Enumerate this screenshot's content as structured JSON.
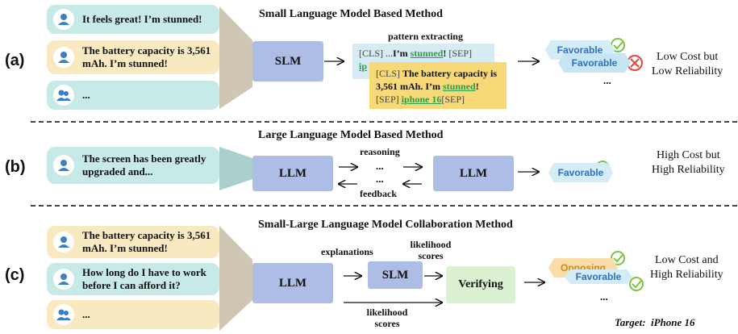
{
  "panel_a": {
    "label": "(a)",
    "title": "Small Language Model Based Method",
    "inputs": [
      "It feels great! I’m stunned!",
      "The battery capacity is 3,561 mAh. I’m stunned!",
      "..."
    ],
    "model": "SLM",
    "step_label": "pattern extracting",
    "back_card": {
      "cls": "[CLS]",
      "pre": "...",
      "text": "I’m ",
      "kw": "stunned",
      "post": "!",
      "sep": "[SEP]",
      "hint": "ip"
    },
    "front_card": {
      "cls": "[CLS]",
      "text": "The battery capacity is 3,561 mAh. I’m ",
      "kw": "stunned",
      "post": "!",
      "sep1": "[SEP]",
      "kw2": "iphone 16",
      "sep2": "[SEP]"
    },
    "outputs": [
      "Favorable",
      "Favorable",
      "..."
    ],
    "result": "Low Cost but\nLow Reliability"
  },
  "panel_b": {
    "label": "(b)",
    "title": "Large Language Model Based Method",
    "input": "The screen has been greatly upgraded and...",
    "model_left": "LLM",
    "model_right": "LLM",
    "top_label": "reasoning",
    "bottom_label": "feedback",
    "dots": [
      "...",
      "..."
    ],
    "output": "Favorable",
    "result": "High Cost but\nHigh Reliability"
  },
  "panel_c": {
    "label": "(c)",
    "title": "Small-Large Language Model Collaboration Method",
    "inputs": [
      "The battery capacity is 3,561 mAh. I’m stunned!",
      "How long do I have to work before I can afford it?",
      "..."
    ],
    "model_llm": "LLM",
    "model_slm": "SLM",
    "verify": "Verifying",
    "explanations": "explanations",
    "likelihood_top": "likelihood scores",
    "likelihood_bottom": "likelihood scores",
    "outputs": [
      "Opposing",
      "Favorable",
      "..."
    ],
    "result": "Low Cost and\nHigh Reliability",
    "target": "Target:  iPhone 16"
  },
  "colors": {
    "teal": "#c7e9e7",
    "yellow": "#f8e9c0",
    "model": "#aebde6",
    "verify": "#dcf0d2",
    "check": "#7cc243",
    "cross": "#e2453c",
    "keyword": "#2e9b46"
  }
}
